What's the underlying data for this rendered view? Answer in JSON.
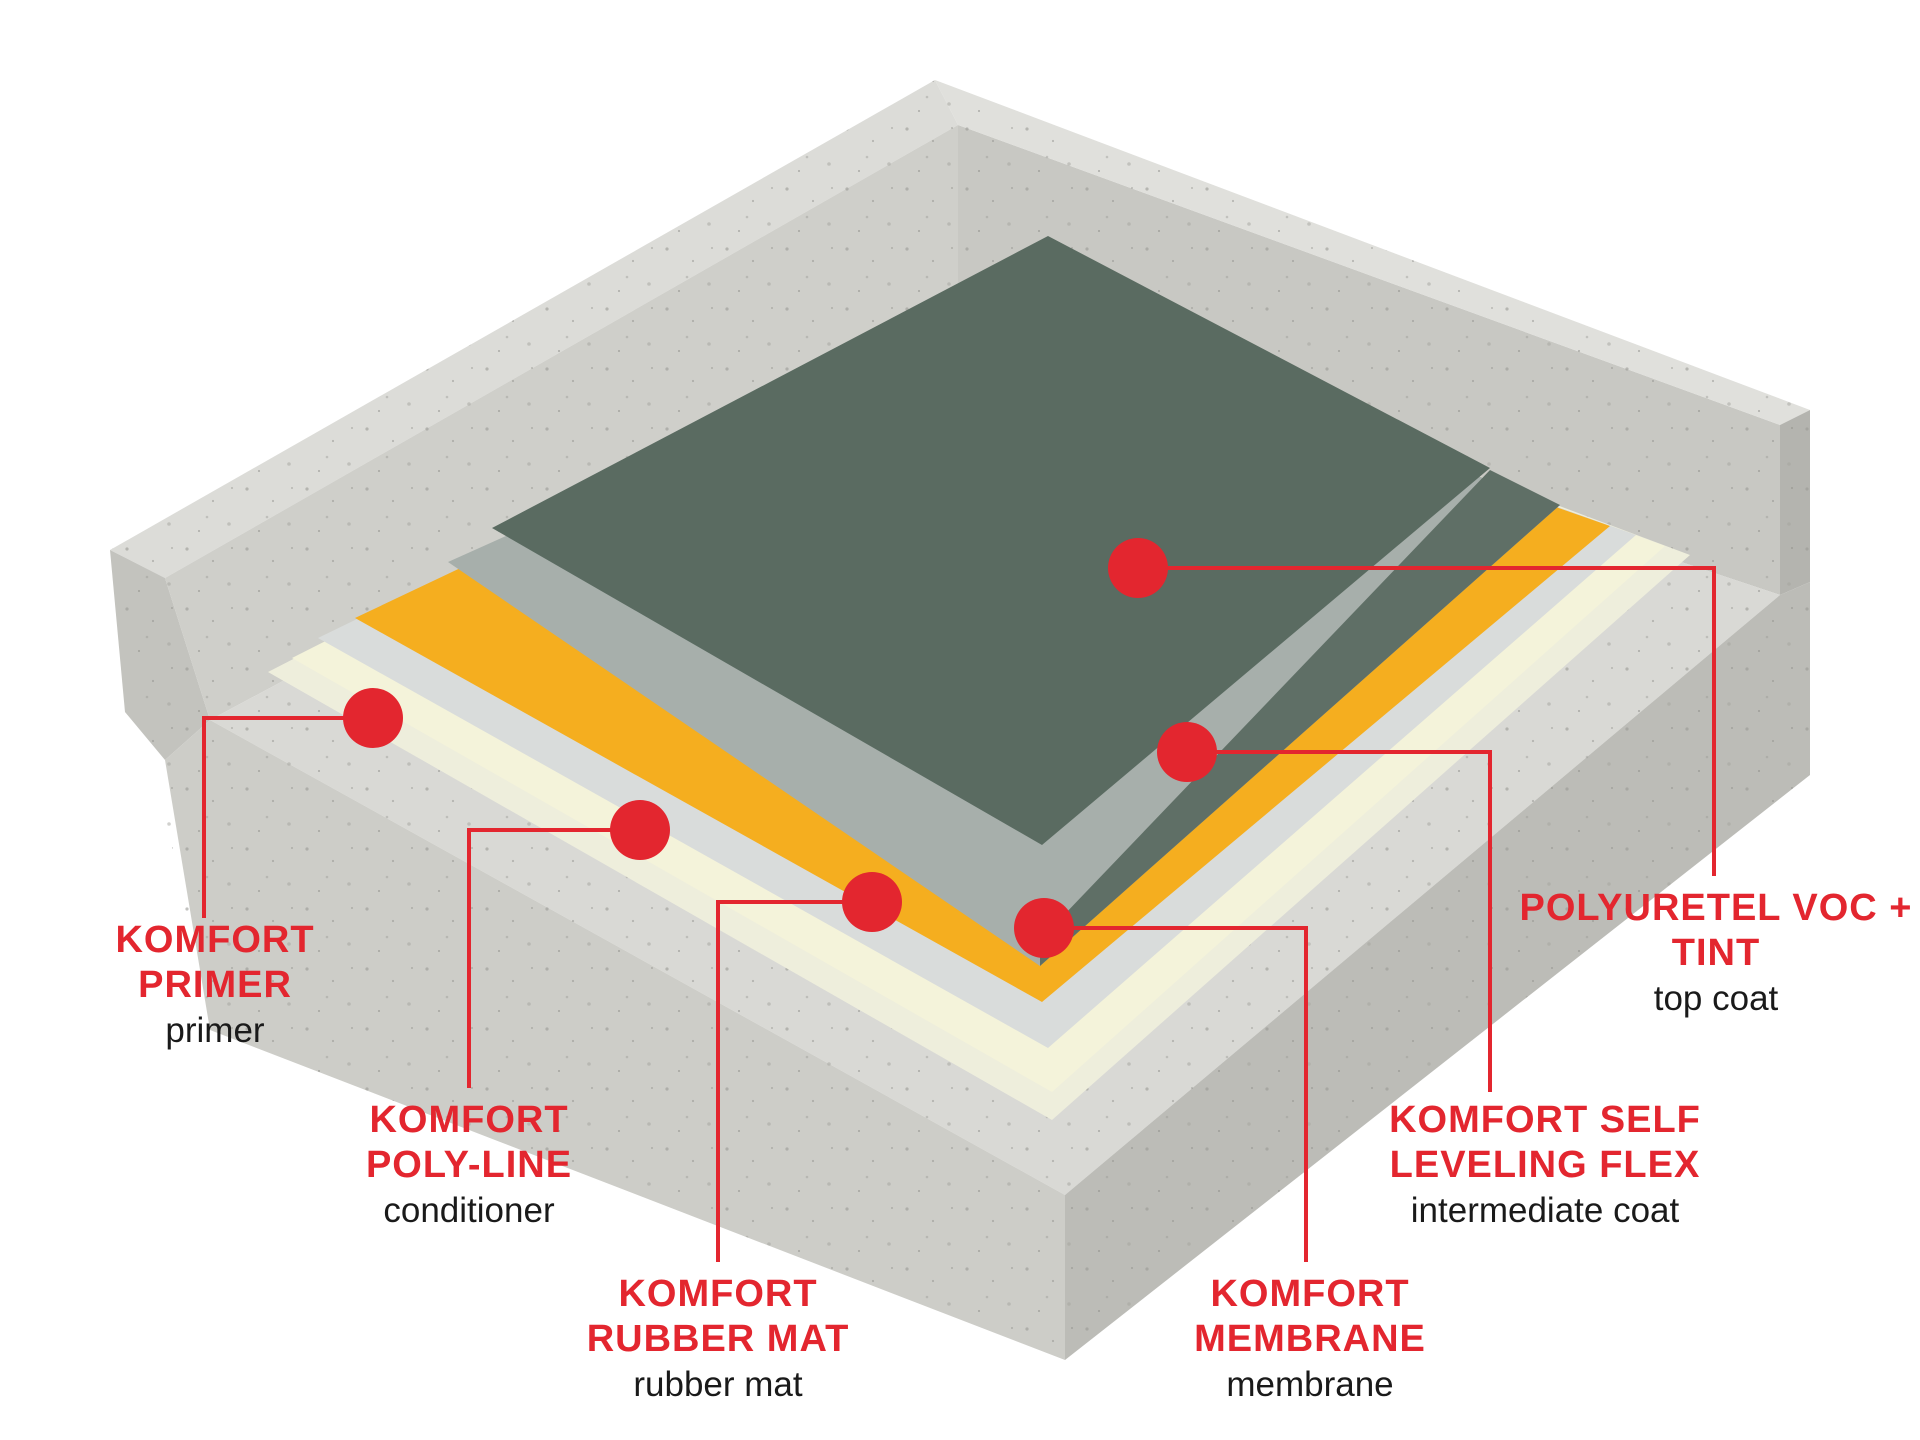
{
  "colors": {
    "accent_red": "#e3262f",
    "top_coat": "#5a6b61",
    "intermediate_coat": "#a7afab",
    "membrane": "#f5ae1f",
    "rubber_mat": "#d9dcdb",
    "conditioner": "#f4f3da",
    "concrete": "#d7d7d3",
    "concrete_dark": "#b9b9b4"
  },
  "layers": [
    {
      "id": "primer",
      "name_lines": [
        "KOMFORT",
        "PRIMER"
      ],
      "desc": "primer"
    },
    {
      "id": "conditioner",
      "name_lines": [
        "KOMFORT",
        "POLY-LINE"
      ],
      "desc": "conditioner"
    },
    {
      "id": "rubber_mat",
      "name_lines": [
        "KOMFORT",
        "RUBBER MAT"
      ],
      "desc": "rubber mat"
    },
    {
      "id": "membrane",
      "name_lines": [
        "KOMFORT",
        "MEMBRANE"
      ],
      "desc": "membrane"
    },
    {
      "id": "intermediate",
      "name_lines": [
        "KOMFORT SELF",
        "LEVELING FLEX"
      ],
      "desc": "intermediate coat"
    },
    {
      "id": "top_coat",
      "name_lines": [
        "POLYURETEL VOC +",
        "TINT"
      ],
      "desc": "top coat"
    }
  ]
}
